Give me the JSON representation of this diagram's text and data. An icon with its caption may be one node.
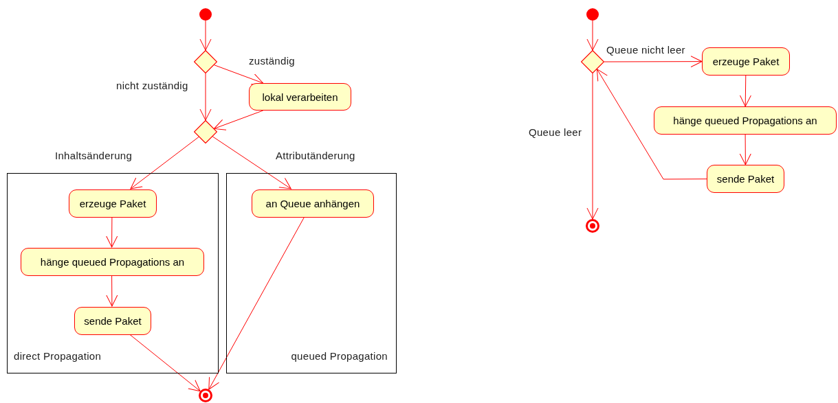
{
  "diagram": {
    "nodes": [
      {
        "text": [],
        "shape": "circle"
      },
      {
        "text": [],
        "shape": "diamond"
      },
      {
        "text": [
          "lokal verarbeiten"
        ]
      },
      {
        "text": [],
        "shape": "diamond"
      },
      {
        "text": [
          "direct Propagation"
        ]
      },
      {
        "text": [
          "queued Propagation"
        ]
      },
      {
        "text": [
          "erzeuge Paket"
        ],
        "in": 4
      },
      {
        "text": [
          "hänge queued Propagations an"
        ],
        "in": 4
      },
      {
        "text": [
          "sende Paket"
        ],
        "in": 4
      },
      {
        "text": [
          "an Queue anhängen"
        ],
        "in": 5
      },
      {
        "text": [],
        "shape": "bullseye"
      },
      {
        "text": [],
        "shape": "circle"
      },
      {
        "text": [],
        "shape": "diamond"
      },
      {
        "text": [
          "erzeuge Paket"
        ]
      },
      {
        "text": [
          "hänge queued Propagations an"
        ]
      },
      {
        "text": [
          "sende Paket"
        ]
      },
      {
        "text": [],
        "shape": "bullseye"
      }
    ],
    "edges": [
      {
        "from": 0,
        "to": 1,
        "arrow": "to"
      },
      {
        "from": 1,
        "to": 2,
        "arrow": "to",
        "label": "zuständig"
      },
      {
        "from": 1,
        "to": 3,
        "arrow": "to",
        "label": "nicht zuständig"
      },
      {
        "from": 2,
        "to": 3,
        "arrow": "to"
      },
      {
        "from": 3,
        "to": 6,
        "arrow": "to",
        "label": "Inhaltsänderung"
      },
      {
        "from": 3,
        "to": 9,
        "arrow": "to",
        "label": "Attributänderung"
      },
      {
        "from": 6,
        "to": 7,
        "arrow": "to"
      },
      {
        "from": 7,
        "to": 8,
        "arrow": "to"
      },
      {
        "from": 8,
        "to": 10,
        "arrow": "to"
      },
      {
        "from": 9,
        "to": 10,
        "arrow": "to"
      },
      {
        "from": 11,
        "to": 12,
        "arrow": "to"
      },
      {
        "from": 12,
        "to": 13,
        "arrow": "to",
        "label": "Queue nicht leer"
      },
      {
        "from": 13,
        "to": 14,
        "arrow": "to"
      },
      {
        "from": 14,
        "to": 15,
        "arrow": "to"
      },
      {
        "from": 15,
        "to": 12,
        "arrow": "to"
      },
      {
        "from": 12,
        "to": 16,
        "arrow": "to",
        "label": "Queue leer"
      }
    ]
  }
}
